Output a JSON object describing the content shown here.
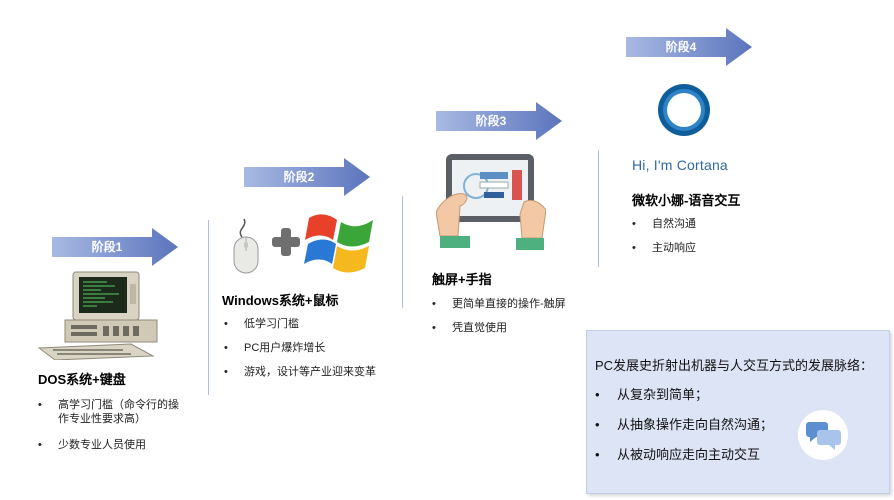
{
  "stages": [
    {
      "label": "阶段1",
      "title": "DOS系统+键盘",
      "bullets": [
        "高学习门槛（命令行的操作专业性要求高）",
        "少数专业人员使用"
      ]
    },
    {
      "label": "阶段2",
      "title": "Windows系统+鼠标",
      "bullets": [
        "低学习门槛",
        "PC用户爆炸增长",
        "游戏，设计等产业迎来变革"
      ]
    },
    {
      "label": "阶段3",
      "title": "触屏+手指",
      "bullets": [
        "更简单直接的操作-触屏",
        "凭直觉使用"
      ]
    },
    {
      "label": "阶段4",
      "title": "微软小娜-语音交互",
      "bullets": [
        "自然沟通",
        "主动响应"
      ],
      "greeting": "Hi, I'm Cortana"
    }
  ],
  "summary": {
    "title": "PC发展史折射出机器与人交互方式的发展脉络：",
    "items": [
      "从复杂到简单；",
      "从抽象操作走向自然沟通；",
      "从被动响应走向主动交互"
    ]
  },
  "colors": {
    "arrow_start": "#8aa0d6",
    "arrow_end": "#5b75bd",
    "summary_bg": "#dde4f5",
    "cortana_blue": "#2f6aa8"
  },
  "icons": [
    "computer-icon",
    "mouse-icon",
    "plus-icon",
    "windows-logo-icon",
    "tablet-hands-icon",
    "cortana-ring-icon",
    "chat-bubbles-icon"
  ]
}
